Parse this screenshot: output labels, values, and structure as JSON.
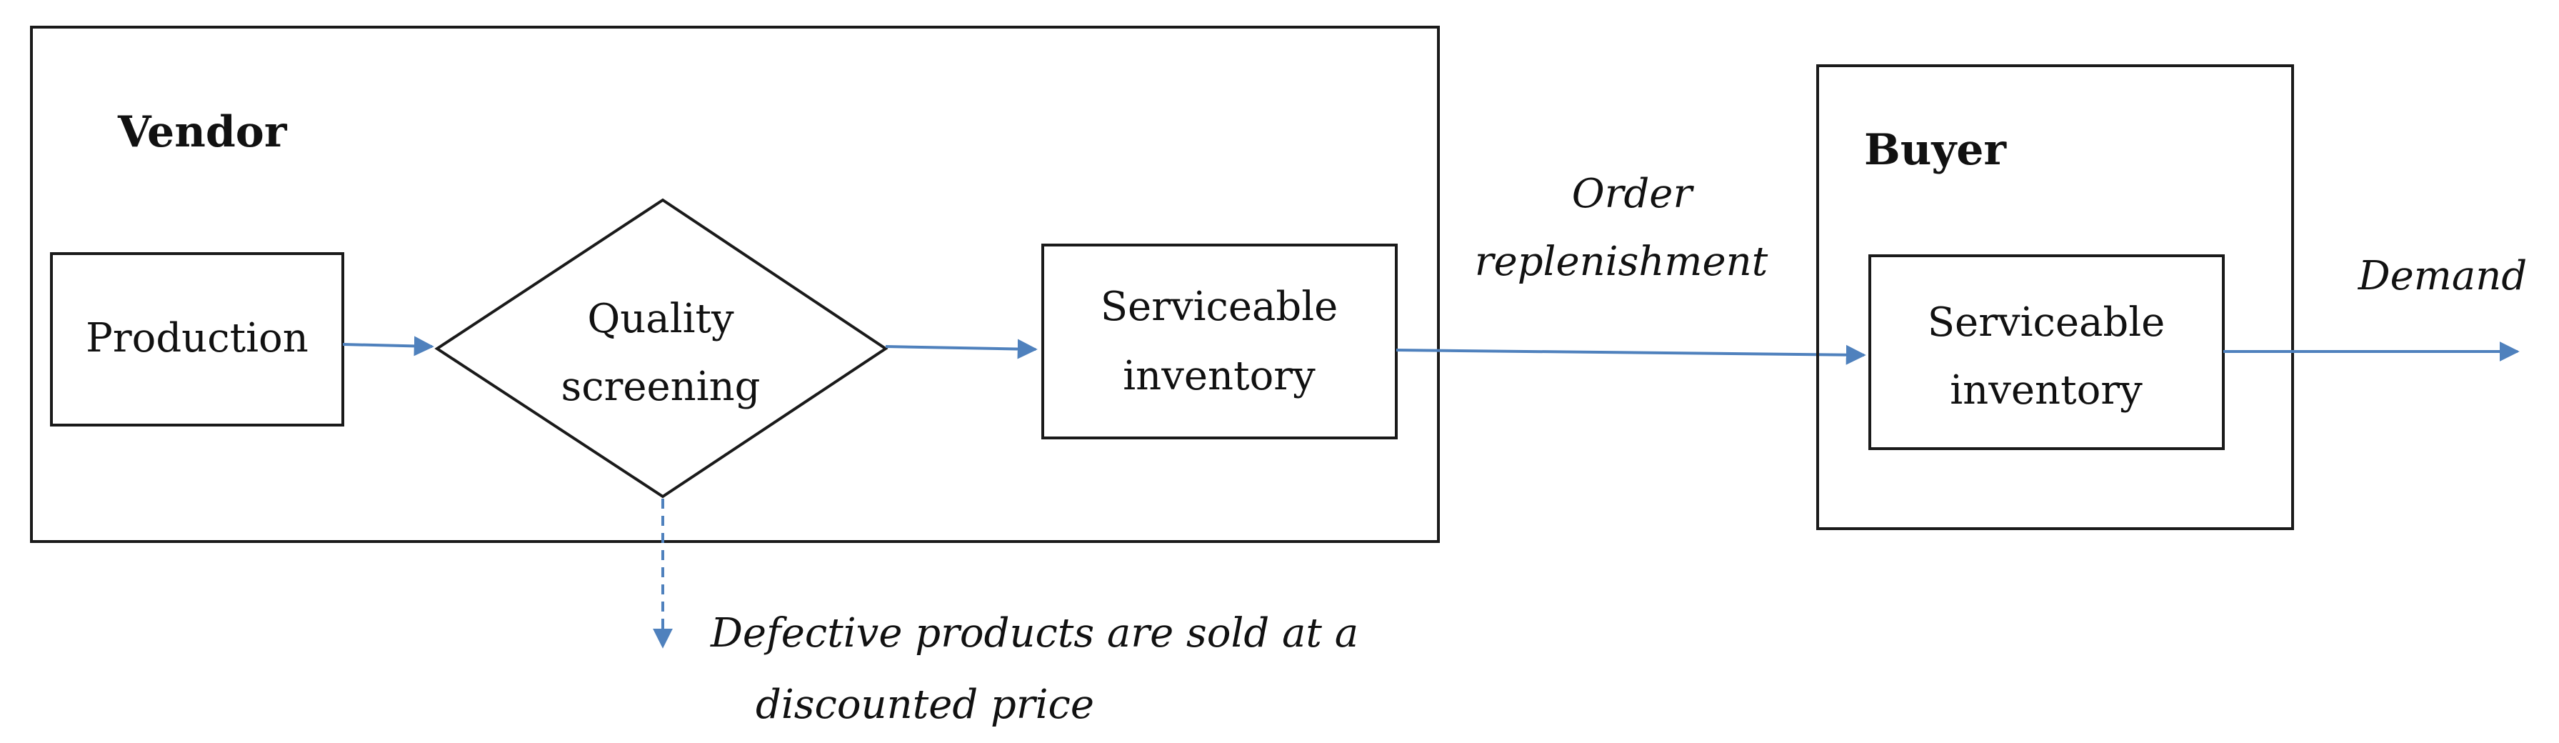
{
  "vendor": {
    "title": "Vendor",
    "production_label": "Production",
    "quality": {
      "line1": "Quality",
      "line2": "screening"
    },
    "inventory": {
      "line1": "Serviceable",
      "line2": "inventory"
    }
  },
  "buyer": {
    "title": "Buyer",
    "inventory": {
      "line1": "Serviceable",
      "line2": "inventory"
    }
  },
  "flows": {
    "order": {
      "line1": "Order",
      "line2": "replenishment"
    },
    "demand": "Demand",
    "defective": {
      "line1": "Defective products are sold at a",
      "line2": "discounted price"
    }
  },
  "colors": {
    "arrow": "#4f81bd",
    "border": "#1a1a1a",
    "text": "#111111"
  }
}
